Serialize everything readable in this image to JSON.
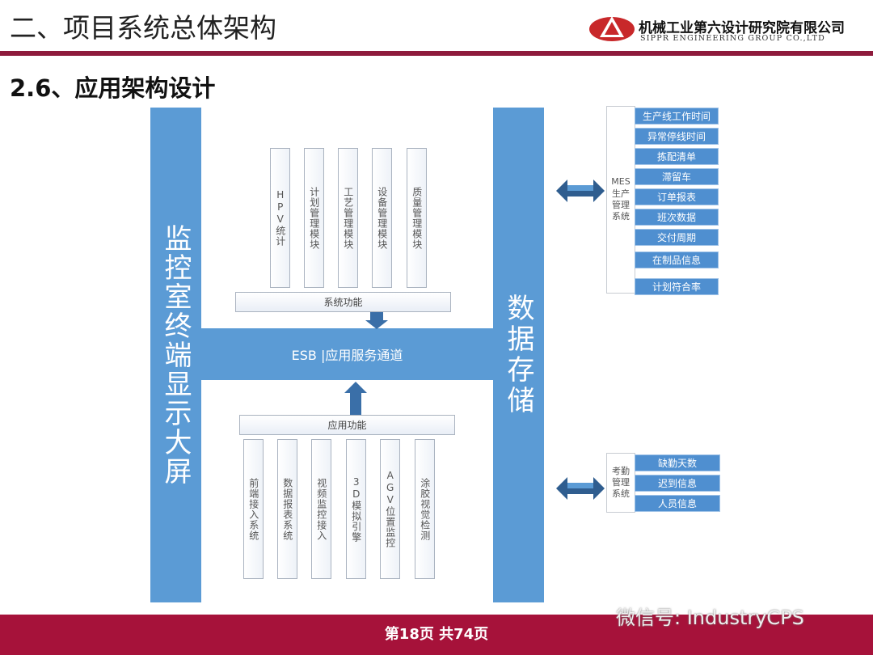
{
  "header": {
    "title": "二、项目系统总体架构",
    "company_cn": "机械工业第六设计研究院有限公司",
    "company_en": "SIPPR ENGINEERING GROUP CO.,LTD",
    "subtitle": "2.6、应用架构设计"
  },
  "diagram": {
    "left_column": "监控室终端显示大屏",
    "right_column": "数据存储",
    "esb": "ESB |应用服务通道",
    "system_function": "系统功能",
    "system_modules": [
      "HPV统计",
      "计划管理模块",
      "工艺管理模块",
      "设备管理模块",
      "质量管理模块"
    ],
    "app_function": "应用功能",
    "app_modules": [
      "前端接入系统",
      "数据报表系统",
      "视频监控接入",
      "3D模拟引擎",
      "AGV位置监控",
      "涂胶视觉检测"
    ],
    "mes": {
      "label": "MES生产管理系统",
      "items": [
        "生产线工作时间",
        "异常停线时间",
        "拣配清单",
        "滞留车",
        "订单报表",
        "班次数据",
        "交付周期",
        "在制品信息",
        "计划符合率"
      ]
    },
    "attendance": {
      "label": "考勤管理系统",
      "items": [
        "缺勤天数",
        "迟到信息",
        "人员信息"
      ]
    }
  },
  "footer": {
    "page": "第18页  共74页",
    "watermark": "微信号: IndustryCPS"
  },
  "colors": {
    "blue": "#5b9bd5",
    "brand_red": "#a6123a"
  }
}
